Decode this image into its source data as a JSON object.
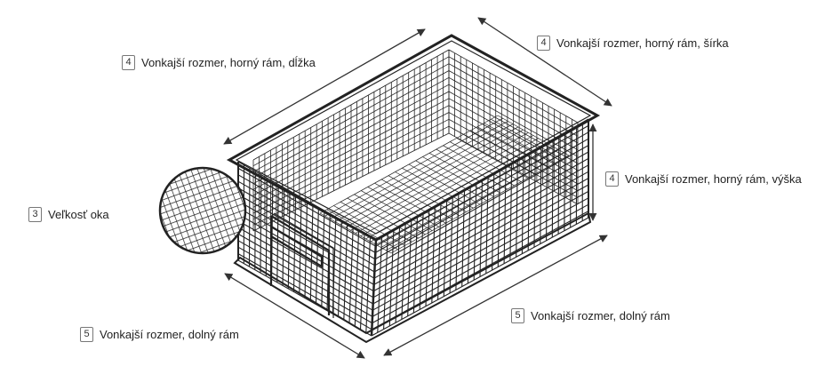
{
  "labels": {
    "length": {
      "number": "4",
      "text": "Vonkajší rozmer, horný rám, dĺžka"
    },
    "width": {
      "number": "4",
      "text": "Vonkajší rozmer, horný rám, šírka"
    },
    "height": {
      "number": "4",
      "text": "Vonkajší rozmer, horný rám, výška"
    },
    "mesh": {
      "number": "3",
      "text": "Veľkosť oka"
    },
    "bottom_left": {
      "number": "5",
      "text": "Vonkajší rozmer, dolný rám"
    },
    "bottom_right": {
      "number": "5",
      "text": "Vonkajší rozmer, dolný rám"
    }
  },
  "colors": {
    "line": "#222222",
    "arrow": "#333333"
  }
}
